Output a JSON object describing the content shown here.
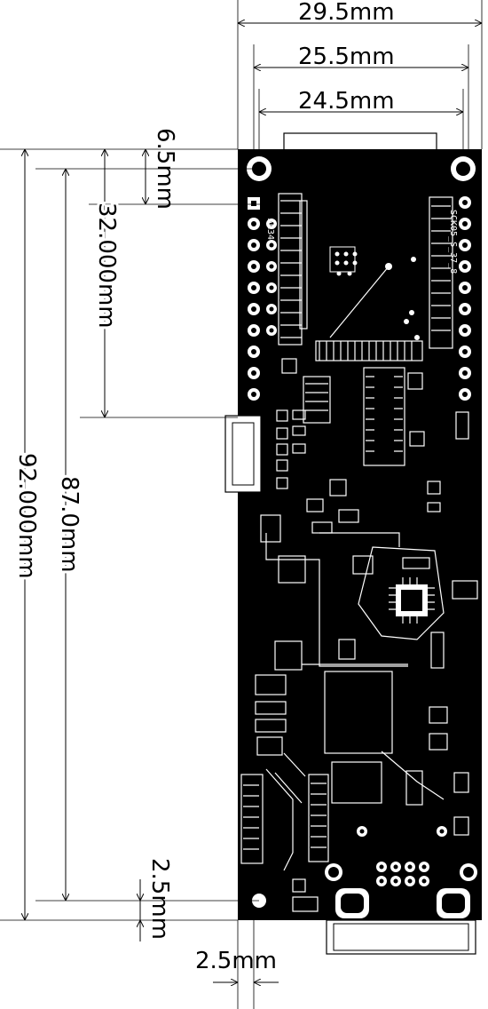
{
  "dimensions": {
    "width_overall": "29.5mm",
    "width_mount": "25.5mm",
    "width_inner": "24.5mm",
    "top_offset": "6.5mm",
    "header_distance": "32.000mm",
    "hole_distance": "87.0mm",
    "board_length": "92.000mm",
    "bottom_offset": "2.5mm",
    "edge_offset": "2.5mm"
  },
  "pcb_silk": {
    "left_column": "AN34",
    "right_column": "SCK05_S_37_8"
  }
}
